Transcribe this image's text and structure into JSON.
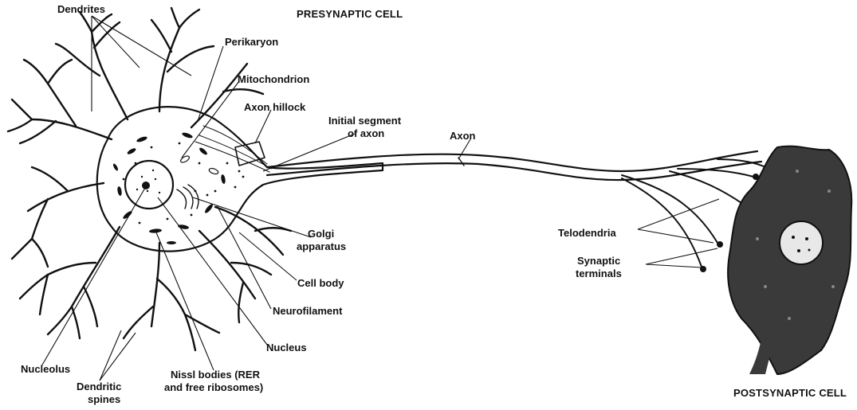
{
  "captions": {
    "presynaptic": "PRESYNAPTIC CELL",
    "postsynaptic": "POSTSYNAPTIC CELL"
  },
  "labels": {
    "dendrites": "Dendrites",
    "perikaryon": "Perikaryon",
    "mitochondrion": "Mitochondrion",
    "axon_hillock": "Axon hillock",
    "initial_segment_1": "Initial segment",
    "initial_segment_2": "of axon",
    "axon": "Axon",
    "golgi_1": "Golgi",
    "golgi_2": "apparatus",
    "cell_body": "Cell body",
    "neurofilament": "Neurofilament",
    "nucleus": "Nucleus",
    "nucleolus": "Nucleolus",
    "dendritic_spines_1": "Dendritic",
    "dendritic_spines_2": "spines",
    "nissl_1": "Nissl bodies (RER",
    "nissl_2": "and free ribosomes)",
    "telodendria": "Telodendria",
    "synaptic_terminals_1": "Synaptic",
    "synaptic_terminals_2": "terminals"
  }
}
